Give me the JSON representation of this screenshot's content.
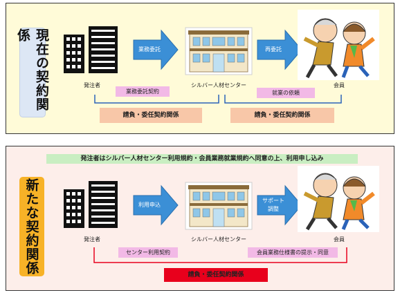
{
  "current": {
    "side_title": "現在の契約関係",
    "client_label": "発注者",
    "center_label": "シルバー人材センター",
    "member_label": "会員",
    "arrow1_label": "業務委託",
    "arrow2_label": "再委託",
    "contract1": "業務委託契約",
    "contract2": "就業の依頼",
    "relation1": "請負・委任契約関係",
    "relation2": "請負・委任契約関係"
  },
  "new": {
    "side_title": "新たな契約関係",
    "banner": "発注者はシルバー人材センター利用規約・会員業務就業規約へ同意の上、利用申し込み",
    "client_label": "発注者",
    "center_label": "シルバー人材センター",
    "member_label": "会員",
    "arrow1_label": "利用申込",
    "arrow2_label_line1": "サポート",
    "arrow2_label_line2": "調整",
    "contract1": "センター利用契約",
    "contract2": "会員業務仕様書の提示・同意",
    "relation": "請負・委任契約関係"
  },
  "colors": {
    "arrow_blue": "#3b8fd6",
    "bracket_blue": "#2a62b8",
    "bracket_red": "#e8001c"
  }
}
